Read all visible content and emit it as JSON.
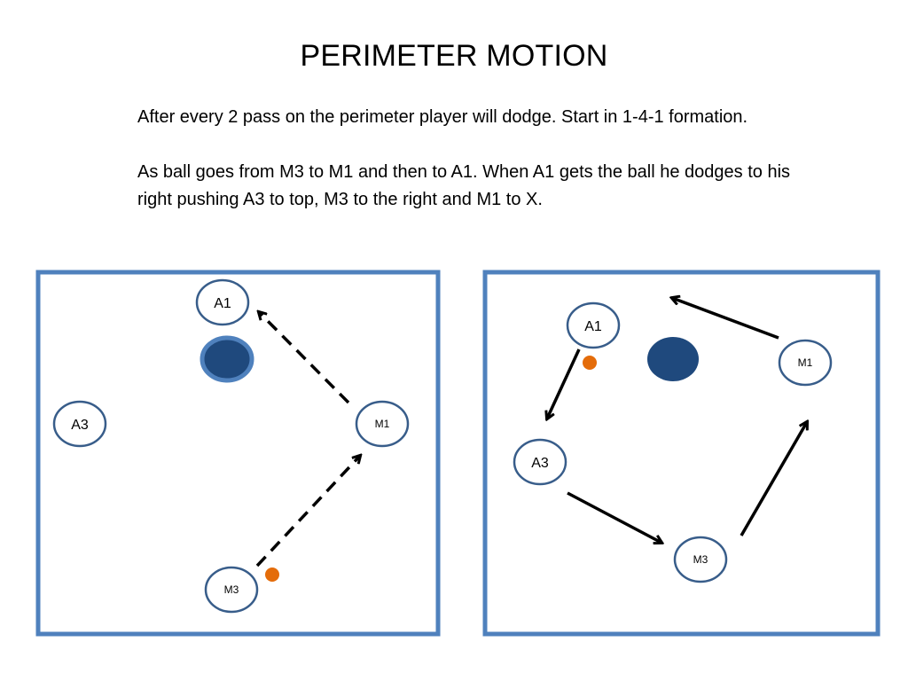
{
  "title": "PERIMETER MOTION",
  "body": {
    "paragraph1": "After every 2 pass on the perimeter player will dodge.  Start in 1-4-1 formation.",
    "paragraph2": "As ball goes from M3 to M1 and then to A1.  When A1 gets the ball he dodges to his right pushing A3 to top, M3 to the right and M1 to X."
  },
  "colors": {
    "frame": "#4f81bd",
    "player_outline": "#385d8a",
    "defender": "#1f497d",
    "ball": "#e46c0a"
  },
  "left_diagram": {
    "players": {
      "a1": "A1",
      "a3": "A3",
      "m1": "M1",
      "m3": "M3"
    }
  },
  "right_diagram": {
    "players": {
      "a1": "A1",
      "a3": "A3",
      "m1": "M1",
      "m3": "M3"
    }
  }
}
